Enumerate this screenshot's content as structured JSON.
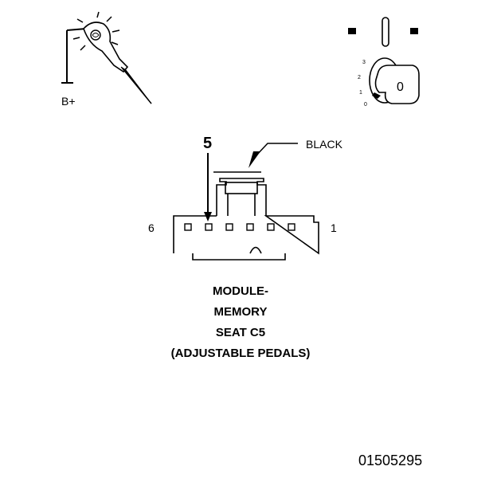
{
  "probe": {
    "battery_label": "B+"
  },
  "ignition": {
    "positions": [
      "3",
      "2",
      "1",
      "0"
    ],
    "key_letter": "0"
  },
  "connector": {
    "pin_callout": "5",
    "color_label": "BLACK",
    "left_pin": "6",
    "right_pin": "1",
    "cavity_count": 6
  },
  "caption": {
    "lines": [
      "MODULE-",
      "MEMORY",
      "SEAT C5",
      "(ADJUSTABLE PEDALS)"
    ]
  },
  "figure_number": "01505295"
}
